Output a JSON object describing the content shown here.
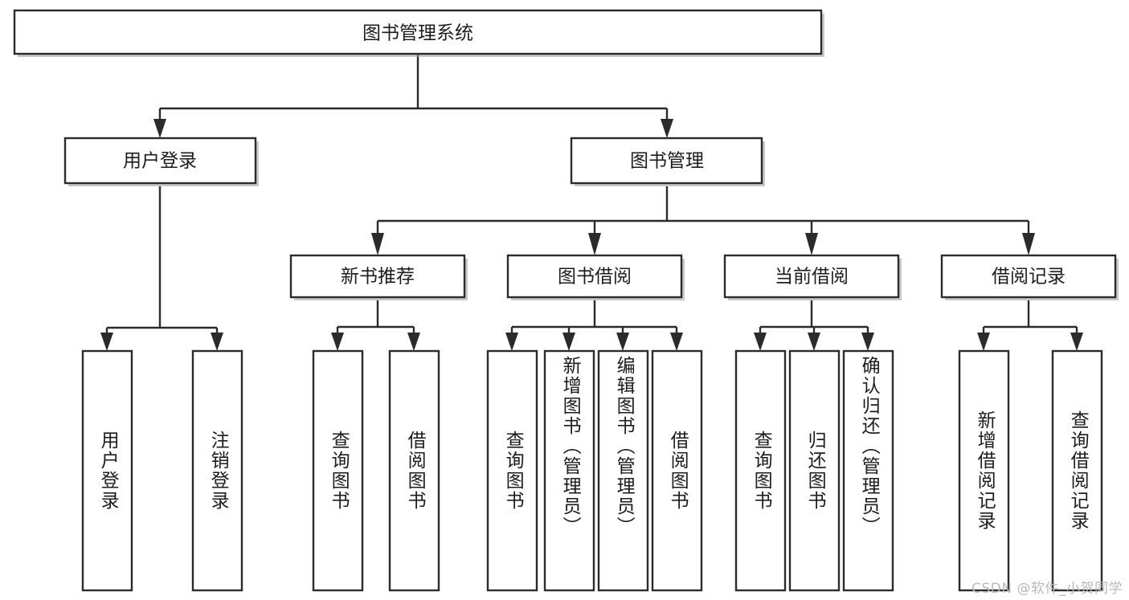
{
  "diagram": {
    "type": "tree-hierarchy",
    "title": "图书管理系统",
    "orientation": "top-down",
    "colors": {
      "box_fill": "#ffffff",
      "box_stroke": "#2b2b2b",
      "text": "#1c1c1c",
      "watermark": "#b9b9b9",
      "background": "#ffffff"
    },
    "root": {
      "label": "图书管理系统"
    },
    "level2": [
      {
        "id": "user-login",
        "label": "用户登录"
      },
      {
        "id": "book-manage",
        "label": "图书管理"
      }
    ],
    "level3": [
      {
        "id": "new-book-recommend",
        "label": "新书推荐",
        "parent": "book-manage"
      },
      {
        "id": "book-borrow",
        "label": "图书借阅",
        "parent": "book-manage"
      },
      {
        "id": "current-borrow",
        "label": "当前借阅",
        "parent": "book-manage"
      },
      {
        "id": "borrow-record",
        "label": "借阅记录",
        "parent": "book-manage"
      }
    ],
    "leaves": {
      "user-login": [
        {
          "id": "leaf-user-login",
          "label": "用户登录"
        },
        {
          "id": "leaf-user-logout",
          "label": "注销登录"
        }
      ],
      "new-book-recommend": [
        {
          "id": "leaf-query-book-1",
          "label": "查询图书"
        },
        {
          "id": "leaf-borrow-book-1",
          "label": "借阅图书"
        }
      ],
      "book-borrow": [
        {
          "id": "leaf-query-book-2",
          "label": "查询图书"
        },
        {
          "id": "leaf-add-book",
          "label": "新增图书（管理员）"
        },
        {
          "id": "leaf-edit-book",
          "label": "编辑图书（管理员）"
        },
        {
          "id": "leaf-borrow-book-2",
          "label": "借阅图书"
        }
      ],
      "current-borrow": [
        {
          "id": "leaf-query-book-3",
          "label": "查询图书"
        },
        {
          "id": "leaf-return-book",
          "label": "归还图书"
        },
        {
          "id": "leaf-confirm-return",
          "label": "确认归还（管理员）"
        }
      ],
      "borrow-record": [
        {
          "id": "leaf-add-record",
          "label": "新增借阅记录"
        },
        {
          "id": "leaf-query-record",
          "label": "查询借阅记录"
        }
      ]
    }
  },
  "watermark": {
    "text": "CSDN @软件_小贺同学"
  }
}
